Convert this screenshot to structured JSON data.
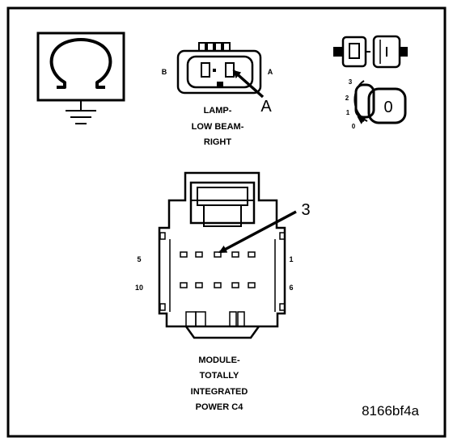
{
  "figure_id": "8166bf4a",
  "ohmmeter": {
    "symbol": "Ω"
  },
  "lamp_connector": {
    "pin_b": "B",
    "pin_a": "A",
    "callout": "A",
    "caption": [
      "LAMP-",
      "LOW BEAM-",
      "RIGHT"
    ]
  },
  "key_switch": {
    "positions": [
      "3",
      "2",
      "1",
      "0"
    ],
    "key_label": "0"
  },
  "module_connector": {
    "callout": "3",
    "top_row": {
      "left": "5",
      "right": "1"
    },
    "bottom_row": {
      "left": "10",
      "right": "6"
    },
    "caption": [
      "MODULE-",
      "TOTALLY",
      "INTEGRATED",
      "POWER C4"
    ]
  }
}
